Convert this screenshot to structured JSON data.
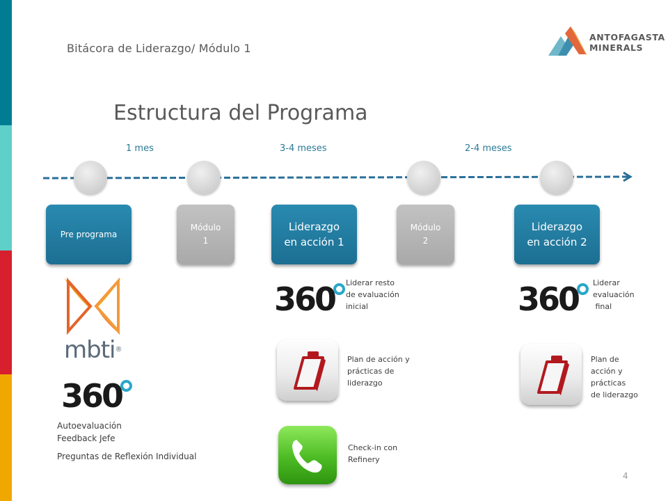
{
  "header": {
    "breadcrumb": "Bitácora de Liderazgo/ Módulo 1",
    "logo_line1": "ANTOFAGASTA",
    "logo_line2": "MINERALS"
  },
  "slide": {
    "title": "Estructura del Programa",
    "page_number": "4"
  },
  "timeline": {
    "durations": [
      "1 mes",
      "3-4 meses",
      "2-4 meses"
    ]
  },
  "stages": [
    {
      "line1": "Pre programa",
      "line2": "",
      "style": "blue"
    },
    {
      "line1": "Módulo",
      "line2": "1",
      "style": "grey"
    },
    {
      "line1": "Liderazgo",
      "line2": "en acción 1",
      "style": "blue"
    },
    {
      "line1": "Módulo",
      "line2": "2",
      "style": "grey"
    },
    {
      "line1": "Liderazgo",
      "line2": "en acción 2",
      "style": "blue"
    }
  ],
  "pre_programa": {
    "mbti_label": "mbti",
    "mbti_mark": "®",
    "logo_360": "360",
    "lines": [
      "Autoevaluación",
      "Feedback Jefe",
      "Preguntas de Reflexión Individual"
    ]
  },
  "accion1": {
    "logo_360": "360",
    "eval_text": [
      "Liderar  resto",
      "de evaluación",
      "inicial"
    ],
    "plan_text": [
      "Plan de acción y",
      "prácticas de",
      "liderazgo"
    ],
    "checkin_text": [
      "Check-in con",
      "Refinery"
    ]
  },
  "accion2": {
    "logo_360": "360",
    "eval_text": [
      "Liderar",
      "evaluación",
      " final"
    ],
    "plan_text": [
      "Plan de",
      "acción y",
      "prácticas",
      "de liderazgo"
    ]
  },
  "icons": {
    "logo": "antofagasta-minerals-logo",
    "mbti": "mbti-logo",
    "clipboard": "clipboard-icon",
    "phone": "phone-icon"
  },
  "colors": {
    "band": [
      "#007d93",
      "#5ecfc9",
      "#d71f2d",
      "#f0a800"
    ],
    "box_blue": "#1c6f92",
    "box_grey": "#a9a9a9",
    "dashed_line": "#2a6f99",
    "ring": "#2aa7c9"
  }
}
